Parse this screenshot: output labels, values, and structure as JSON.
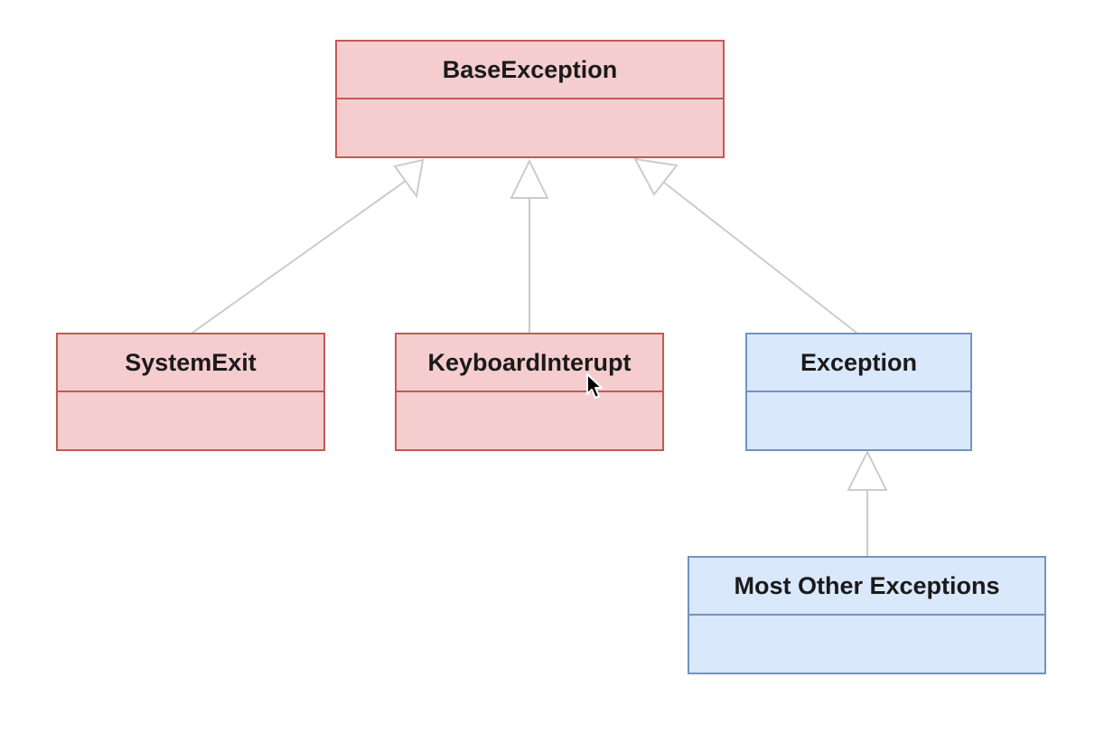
{
  "diagram": {
    "nodes": [
      {
        "id": "base",
        "label": "BaseException",
        "color": "#f6cdce"
      },
      {
        "id": "systemexit",
        "label": "SystemExit",
        "color": "#f6cdce"
      },
      {
        "id": "keyboard",
        "label": "KeyboardInterupt",
        "color": "#f6cdce"
      },
      {
        "id": "exception",
        "label": "Exception",
        "color": "#dae8fb"
      },
      {
        "id": "other",
        "label": "Most Other Exceptions",
        "color": "#dae8fb"
      }
    ],
    "edges": [
      {
        "from": "systemexit",
        "to": "base",
        "type": "inheritance"
      },
      {
        "from": "keyboard",
        "to": "base",
        "type": "inheritance"
      },
      {
        "from": "exception",
        "to": "base",
        "type": "inheritance"
      },
      {
        "from": "other",
        "to": "exception",
        "type": "inheritance"
      }
    ],
    "colors": {
      "red_fill": "#f6cdce",
      "red_stroke": "#c05a57",
      "blue_fill": "#dae8fb",
      "blue_stroke": "#7393bf",
      "edge": "#cccccc"
    },
    "cursor_icon": "mouse-pointer-icon"
  }
}
